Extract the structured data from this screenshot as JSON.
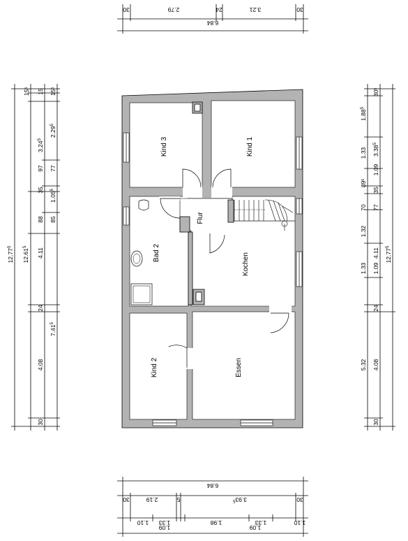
{
  "rooms": {
    "kind3": "Kind 3",
    "kind1": "Kind 1",
    "bad2": "Bad 2",
    "flur": "Flur",
    "kochen": "Kochen",
    "kind2": "Kind 2",
    "essen": "Essen"
  },
  "dims_top": {
    "total": "6.84",
    "left_wall": "30",
    "seg1": "2.79",
    "mid_wall": "24",
    "seg2": "3.21",
    "right_wall": "30"
  },
  "dims_bottom": {
    "win1_h": "1.09",
    "win2_h": "1.09",
    "w1": "1.10",
    "w2": "1.33",
    "w3": "1.98",
    "w4": "1.33",
    "w5": "1.10",
    "left_wall": "30",
    "seg1": "2.19",
    "mid": "5",
    "seg2": "3.93",
    "seg2_sup": "5",
    "right_wall": "30",
    "total": "6.84"
  },
  "dims_left": {
    "outer_total": "12.77",
    "outer_total_sup": "5",
    "second_total": "12.61",
    "second_total_sup": "5",
    "top_a": "15",
    "top_a_sup": "5",
    "top_b": "15",
    "top_c": "15",
    "top_c_sup": "5",
    "r1": "3.24",
    "r1_sup": "5",
    "r1b": "2.29",
    "r1b_sup": "5",
    "w1": "97",
    "w1b": "77",
    "c1": "35",
    "c1b": "1.05",
    "c1b_sup": "5",
    "w2": "88",
    "w2b": "85",
    "mid1": "4.11",
    "wall24": "24",
    "low": "7.41",
    "low_sup": "5",
    "low2": "4.08",
    "bot": "30"
  },
  "dims_right": {
    "outer_total": "12.77",
    "outer_total_sup": "5",
    "top": "30",
    "top_sup": "5",
    "a1": "1.88",
    "a1_sup": "5",
    "a2": "3.38",
    "a2_sup": "5",
    "a3": "1.33",
    "a4": "1.09",
    "a5": "89",
    "a5_sup": "5",
    "a6": "35",
    "a7": "70",
    "a8": "77",
    "a9": "1.32",
    "a10": "4.11",
    "a11": "1.33",
    "a12": "1.09",
    "a13": "24",
    "a14": "5.32",
    "a15": "4.08",
    "bot": "30"
  }
}
